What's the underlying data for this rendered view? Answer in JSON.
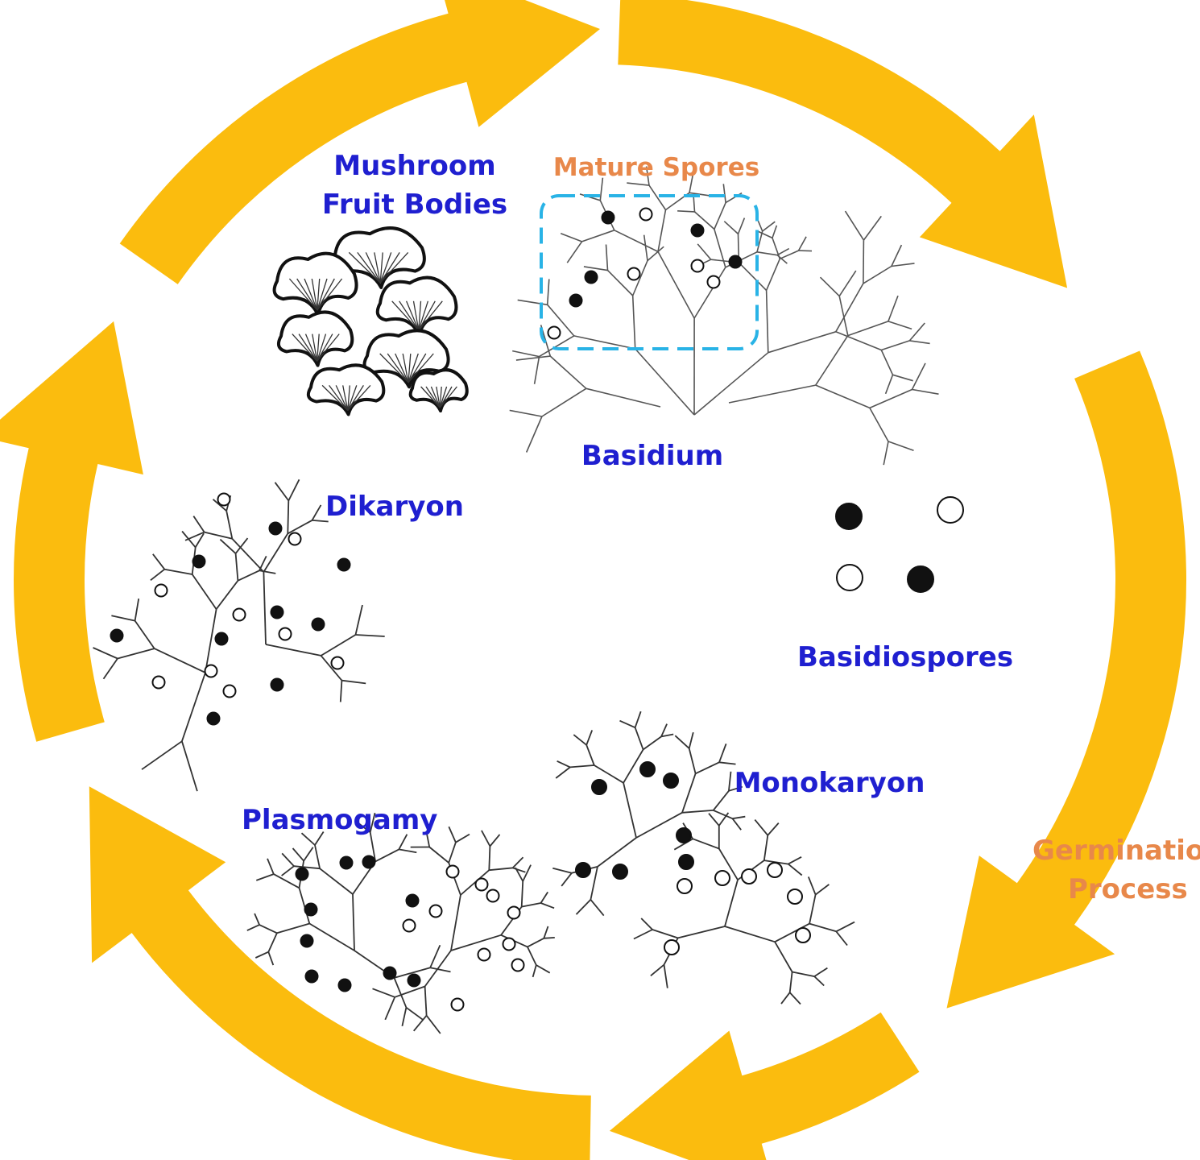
{
  "colors": {
    "arrow": "#fbbc0e",
    "stage_label": "#1f1fd0",
    "process_label": "#e8884a",
    "highlight_box": "#29b3e6",
    "ink": "#222222"
  },
  "labels": {
    "mushroom_line1": "Mushroom",
    "mushroom_line2": "Fruit Bodies",
    "mature_spores": "Mature Spores",
    "basidium": "Basidium",
    "basidiospores": "Basidiospores",
    "monokaryon": "Monokaryon",
    "germination_line1": "Germination",
    "germination_line2": "Process",
    "plasmogamy": "Plasmogamy",
    "dikaryon": "Dikaryon"
  },
  "icons": {
    "cycle_arrows": "cycle-arrow-icon",
    "mushroom": "mushroom-cluster-icon",
    "hypha": "hypha-network-icon",
    "spore_filled": "filled-nucleus-icon",
    "spore_open": "open-nucleus-icon"
  }
}
